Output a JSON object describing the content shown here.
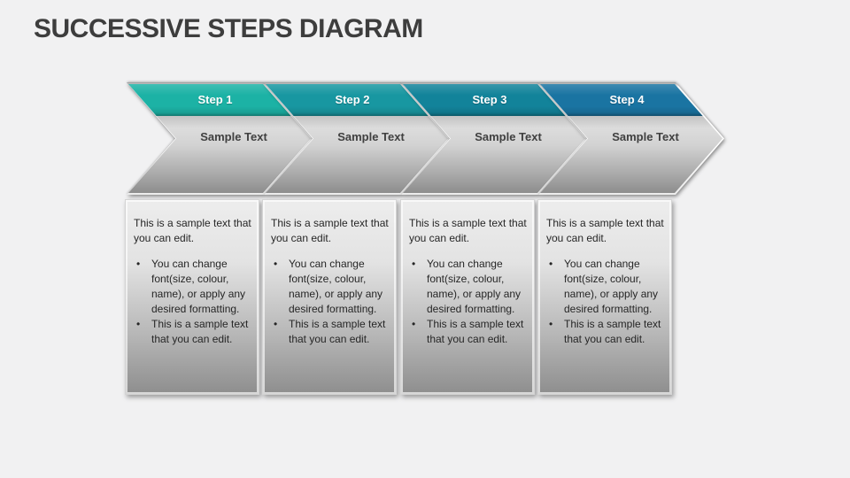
{
  "slide": {
    "title": "SUCCESSIVE STEPS DIAGRAM",
    "background_color": "#f1f1f2"
  },
  "bullet_glyph": "•",
  "steps": [
    {
      "label": "Step 1",
      "header_color": "#1cb2a5",
      "body_label": "Sample Text"
    },
    {
      "label": "Step 2",
      "header_color": "#1897a1",
      "body_label": "Sample Text"
    },
    {
      "label": "Step 3",
      "header_color": "#12839a",
      "body_label": "Sample Text"
    },
    {
      "label": "Step 4",
      "header_color": "#1a74a2",
      "body_label": "Sample Text"
    }
  ],
  "cards": [
    {
      "intro": "This is a sample text that you can edit.",
      "bullets": [
        "You can change font(size, colour, name), or apply any desired formatting.",
        "This is a sample text that you can edit."
      ]
    },
    {
      "intro": "This is a sample text that you can edit.",
      "bullets": [
        "You can change font(size, colour, name), or apply any desired formatting.",
        "This is a sample text that you can edit."
      ]
    },
    {
      "intro": "This is a sample text that you can edit.",
      "bullets": [
        "You can change font(size, colour, name), or apply any desired formatting.",
        "This is a sample text that you can edit."
      ]
    },
    {
      "intro": "This is a sample text that you can edit.",
      "bullets": [
        "You can change font(size, colour, name), or apply any desired formatting.",
        "This is a sample text that you can edit."
      ]
    }
  ]
}
